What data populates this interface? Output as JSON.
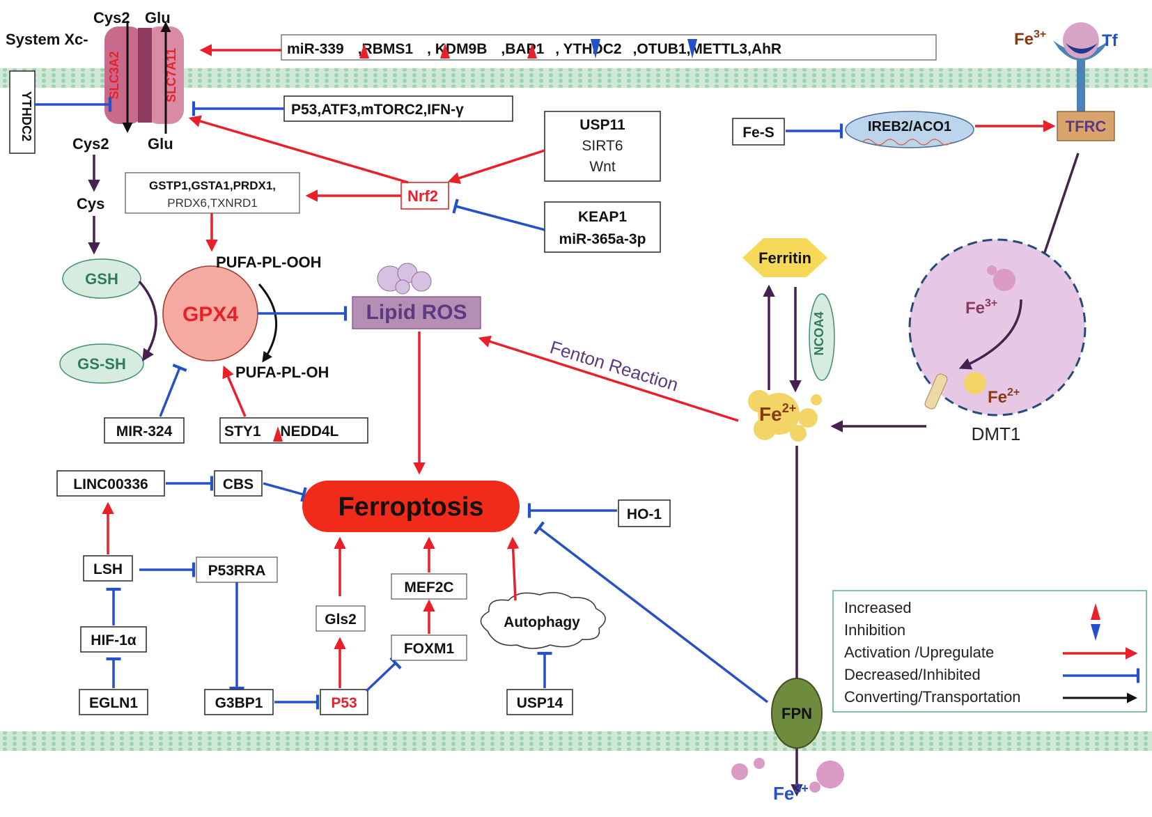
{
  "system_xc": {
    "label": "System Xc-",
    "cys2_top": "Cys2",
    "glu_top": "Glu",
    "slc3a2": "SLC3A2",
    "slc7a11": "SLC7A11",
    "cys2_bottom": "Cys2",
    "glu_bottom": "Glu"
  },
  "ythdc2": "YTHDC2",
  "top_regulators": {
    "parts": [
      "miR-339",
      ",RBMS1",
      ", KDM9B",
      ",BAP1",
      ", YTHDC2",
      ",OTUB1,METTL3,AhR"
    ]
  },
  "p53_box": "P53,ATF3,mTORC2,IFN-γ",
  "nrf2": "Nrf2",
  "nrf2_activators": [
    "USP11",
    "SIRT6",
    "Wnt"
  ],
  "nrf2_inhibitors": [
    "KEAP1",
    "miR-365a-3p"
  ],
  "nrf2_targets": [
    "GSTP1,GSTA1,PRDX1,",
    "PRDX6,TXNRD1"
  ],
  "cys": "Cys",
  "gsh": "GSH",
  "gssh": "GS-SH",
  "gpx4": "GPX4",
  "pufa_ooh": "PUFA-PL-OOH",
  "pufa_oh": "PUFA-PL-OH",
  "lipid_ros": "Lipid ROS",
  "mir324": "MIR-324",
  "sty1": {
    "a": "STY1",
    "b": ",NEDD4L"
  },
  "ferroptosis": "Ferroptosis",
  "left_nodes": {
    "linc": "LINC00336",
    "cbs": "CBS",
    "lsh": "LSH",
    "p53rra": "P53RRA",
    "hif": "HIF-1α",
    "egln1": "EGLN1",
    "g3bp1": "G3BP1"
  },
  "p53": "P53",
  "gls2": "Gls2",
  "mef2c": "MEF2C",
  "foxm1": "FOXM1",
  "autophagy": "Autophagy",
  "usp14": "USP14",
  "ho1": "HO-1",
  "iron": {
    "fe3": "Fe",
    "sup3": "3+",
    "tf": "Tf",
    "tfrc": "TFRC",
    "fes": "Fe-S",
    "ireb2": "IREB2/ACO1",
    "ferritin": "Ferritin",
    "ncoa4": "NCOA4",
    "fe2": "Fe",
    "sup2": "2+",
    "dmt1": "DMT1",
    "fpn": "FPN",
    "fenton": "Fenton Reaction"
  },
  "legend": {
    "items": [
      "Increased",
      "Inhibition",
      "Activation /Upregulate",
      "Decreased/Inhibited",
      "Converting/Transportation"
    ]
  },
  "colors": {
    "activation": "#e8202a",
    "inhibition": "#2451c7",
    "transport": "#46204f",
    "ferroptosis": "#f22a1a",
    "gpx4": "#f4a9a1"
  }
}
